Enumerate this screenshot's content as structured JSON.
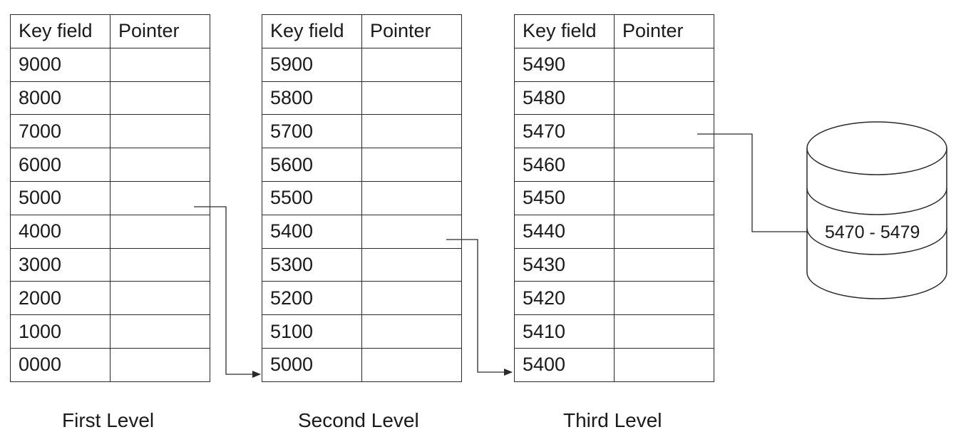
{
  "header": {
    "key_field": "Key field",
    "pointer": "Pointer"
  },
  "levels": [
    {
      "label": "First Level",
      "keys": [
        "9000",
        "8000",
        "7000",
        "6000",
        "5000",
        "4000",
        "3000",
        "2000",
        "1000",
        "0000"
      ]
    },
    {
      "label": "Second Level",
      "keys": [
        "5900",
        "5800",
        "5700",
        "5600",
        "5500",
        "5400",
        "5300",
        "5200",
        "5100",
        "5000"
      ]
    },
    {
      "label": "Third Level",
      "keys": [
        "5490",
        "5480",
        "5470",
        "5460",
        "5450",
        "5440",
        "5430",
        "5420",
        "5410",
        "5400"
      ]
    }
  ],
  "data_block": {
    "label": "5470 - 5479"
  },
  "pointers": [
    {
      "from_key": "5000",
      "from_level": "First Level",
      "to_key": "5000",
      "to_level": "Second Level"
    },
    {
      "from_key": "5400",
      "from_level": "Second Level",
      "to_key": "5400",
      "to_level": "Third Level"
    },
    {
      "from_key": "5470",
      "from_level": "Third Level",
      "to": "5470 - 5479"
    }
  ],
  "colors": {
    "line": "#2a2a2a",
    "text": "#1a1a1a",
    "background": "#ffffff"
  }
}
